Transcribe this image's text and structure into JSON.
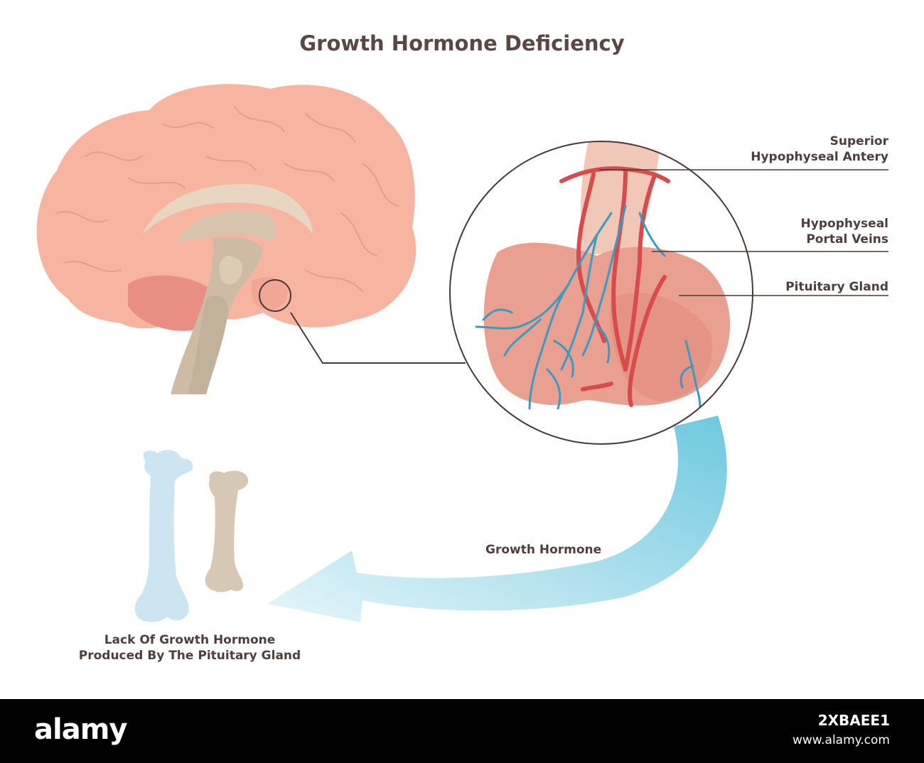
{
  "title": "Growth Hormone Deficiency",
  "labels": {
    "superior_line1": "Superior",
    "superior_line2": "Hypophyseal Antery",
    "portal_line1": "Hypophyseal",
    "portal_line2": "Portal Veins",
    "pituitary": "Pituitary Gland",
    "growth_hormone": "Growth Hormone",
    "lack_line1": "Lack Of Growth Hormone",
    "lack_line2": "Produced By The Pituitary Gland"
  },
  "footer": {
    "logo": "alamy",
    "image_id": "2XBAEE1",
    "site": "www.alamy.com"
  },
  "colors": {
    "brain_cortex": "#f7b5a1",
    "brain_gyri_lines": "#e89c88",
    "cerebellum": "#e98e82",
    "brainstem": "#cdbba6",
    "artery": "#d84a4c",
    "vein": "#3a9bc2",
    "gland": "#e9a090",
    "arrow": "#7ccfe2",
    "bone_healthy": "#cde5f1",
    "bone_short": "#d7c7b5",
    "text": "#4e3f3c"
  },
  "icons": [
    "brain-illustration",
    "pituitary-magnified-circle",
    "healthy-bone-icon",
    "short-bone-icon",
    "hormone-arrow"
  ]
}
